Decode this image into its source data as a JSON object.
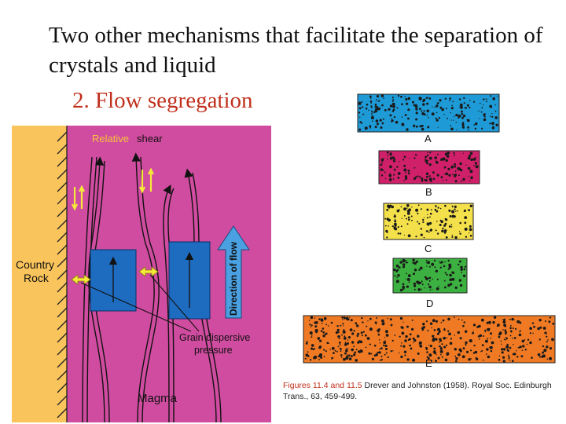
{
  "slide": {
    "title": "Two other mechanisms that facilitate the separation of crystals and liquid",
    "subtitle": "2. Flow segregation"
  },
  "left_figure": {
    "label_relative_shear": "Relative shear",
    "label_relative": "Relative",
    "label_shear": "shear",
    "label_country_rock_1": "Country",
    "label_country_rock_2": "Rock",
    "label_direction_of_flow": "Direction of flow",
    "label_grain_dispersive_1": "Grain dispersive",
    "label_grain_dispersive_2": "pressure",
    "label_magma": "Magma",
    "colors": {
      "country_rock": "#f9c45c",
      "magma": "#d04ca0",
      "crystal": "#1e6cc0",
      "flow_arrow": "#4aa0e0",
      "pressure_arrow": "#f5ea3a"
    }
  },
  "right_figure": {
    "panels": [
      {
        "label": "A",
        "color": "#1e9ad6"
      },
      {
        "label": "B",
        "color": "#d0206a"
      },
      {
        "label": "C",
        "color": "#f4e04a"
      },
      {
        "label": "D",
        "color": "#3cb040"
      },
      {
        "label": "E",
        "color": "#f07a24"
      }
    ]
  },
  "caption": {
    "figures": "Figures 11.4 and 11.5",
    "source": " Drever and Johnston (1958). Royal Soc. Edinburgh Trans., 63, 459-499."
  }
}
